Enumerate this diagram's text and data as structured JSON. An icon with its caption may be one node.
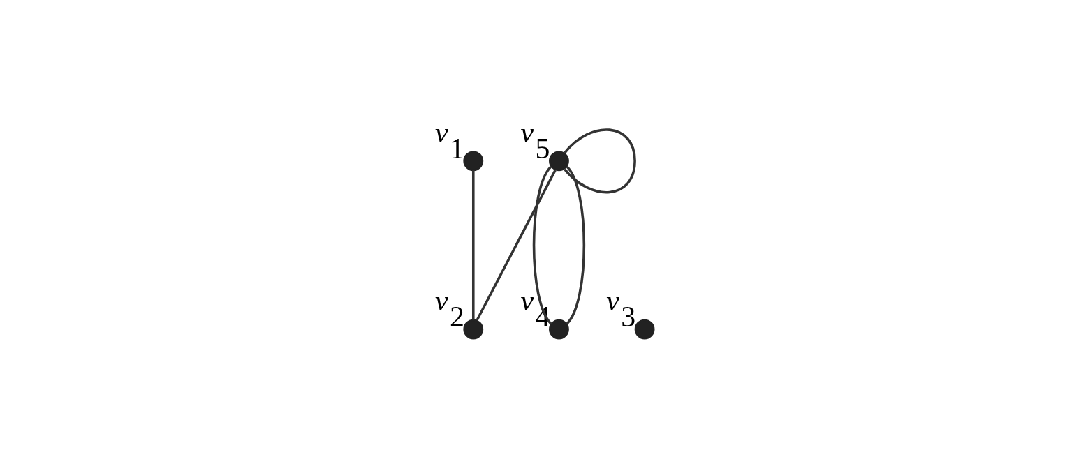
{
  "diagram": {
    "nodes": [
      {
        "text": [],
        "shape": "circle",
        "beside": [
          "*v*$_{1}$"
        ]
      },
      {
        "text": [],
        "shape": "circle",
        "beside": [
          "*v*$_{2}$"
        ]
      },
      {
        "text": [],
        "shape": "circle",
        "beside": [
          "*v*$_{3}$"
        ]
      },
      {
        "text": [],
        "shape": "circle",
        "beside": [
          "*v*$_{4}$"
        ]
      },
      {
        "text": [],
        "shape": "circle",
        "beside": [
          "*v*$_{5}$"
        ]
      }
    ],
    "edges": [
      {
        "from": 0,
        "to": 1,
        "arrow": "none"
      },
      {
        "from": 4,
        "to": 1,
        "arrow": "none"
      },
      {
        "from": 4,
        "to": 4,
        "arrow": "none"
      },
      {
        "from": 4,
        "to": 3,
        "arrow": "none"
      },
      {
        "from": 4,
        "to": 3,
        "arrow": "none"
      }
    ]
  }
}
